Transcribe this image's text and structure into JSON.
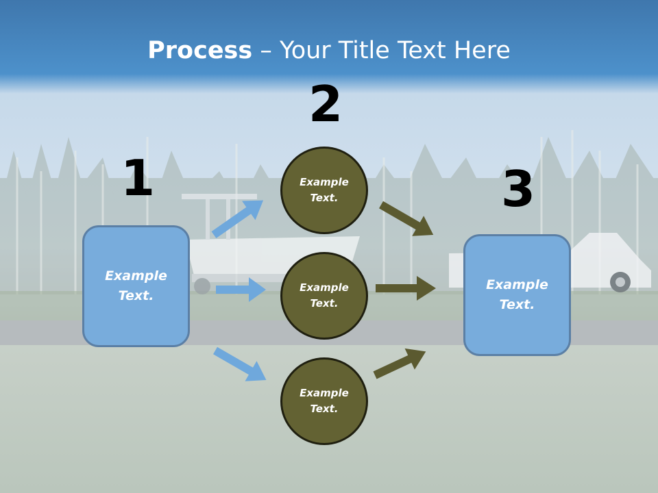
{
  "slide": {
    "title_bold": "Process",
    "title_rest": " – Your Title Text Here",
    "colors": {
      "header": "#4a8dc6",
      "input_box": "#78acdc",
      "circle_fill": "#636233",
      "blue_arrow": "#6fa8dc",
      "olive_arrow": "#5b5a30"
    }
  },
  "steps": {
    "one": {
      "number": "1",
      "label": "Example\nText."
    },
    "two": {
      "number": "2",
      "items": [
        {
          "label": "Example\nText."
        },
        {
          "label": "Example\nText."
        },
        {
          "label": "Example\nText."
        }
      ]
    },
    "three": {
      "number": "3",
      "label": "Example\nText."
    }
  }
}
